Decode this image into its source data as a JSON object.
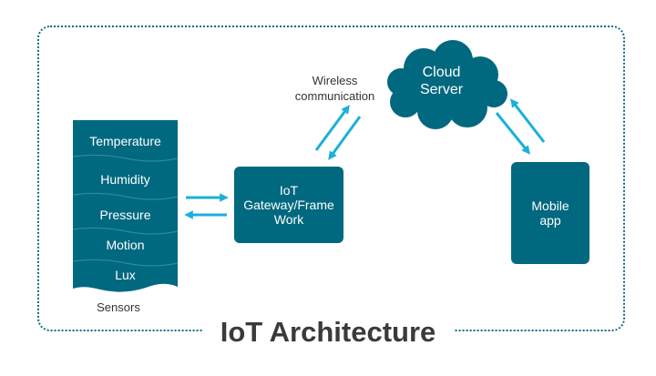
{
  "title": "IoT Architecture",
  "sensors": {
    "items": [
      "Temperature",
      "Humidity",
      "Pressure",
      "Motion",
      "Lux"
    ],
    "caption": "Sensors"
  },
  "gateway": {
    "label": "IoT\nGateway/Frame\nWork"
  },
  "cloud": {
    "label": "Cloud\nServer"
  },
  "link": {
    "label": "Wireless\ncommunication"
  },
  "mobile": {
    "label": "Mobile\napp"
  },
  "colors": {
    "primary": "#00687f",
    "arrow": "#1ab0d8",
    "frame": "#0f6b80"
  }
}
